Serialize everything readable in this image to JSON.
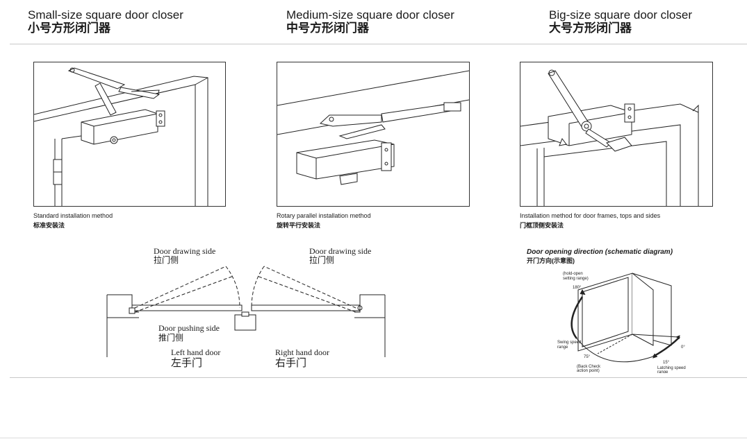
{
  "columns": [
    {
      "title_en": "Small-size square door closer",
      "title_zh": "小号方形闭门器",
      "caption_en": "Standard installation method",
      "caption_zh": "标准安装法"
    },
    {
      "title_en": "Medium-size square door closer",
      "title_zh": "中号方形闭门器",
      "caption_en": "Rotary parallel installation method",
      "caption_zh": "旋转平行安装法"
    },
    {
      "title_en": "Big-size square door closer",
      "title_zh": "大号方形闭门器",
      "caption_en": "Installation method for door frames, tops and sides",
      "caption_zh": "门框顶侧安装法"
    }
  ],
  "swing_diagram": {
    "left_drawing_en": "Door drawing side",
    "left_drawing_zh": "拉门侧",
    "right_drawing_en": "Door drawing side",
    "right_drawing_zh": "拉门侧",
    "pushing_en": "Door pushing side",
    "pushing_zh": "推门侧",
    "left_door_en": "Left hand door",
    "left_door_zh": "左手门",
    "right_door_en": "Right hand door",
    "right_door_zh": "右手门"
  },
  "direction_diagram": {
    "title_en": "Door opening direction (schematic diagram)",
    "title_zh": "开门方向(示意图)",
    "hold_open_1": "(hold-open",
    "hold_open_2": "setting range)",
    "deg_180": "180°",
    "swing_1": "Swing speed",
    "swing_2": "range",
    "deg_75": "75°",
    "back_check_1": "(Back Check",
    "back_check_2": "action point)",
    "deg_15": "15°",
    "deg_0": "0°",
    "latching_1": "Latching speed",
    "latching_2": "range"
  }
}
